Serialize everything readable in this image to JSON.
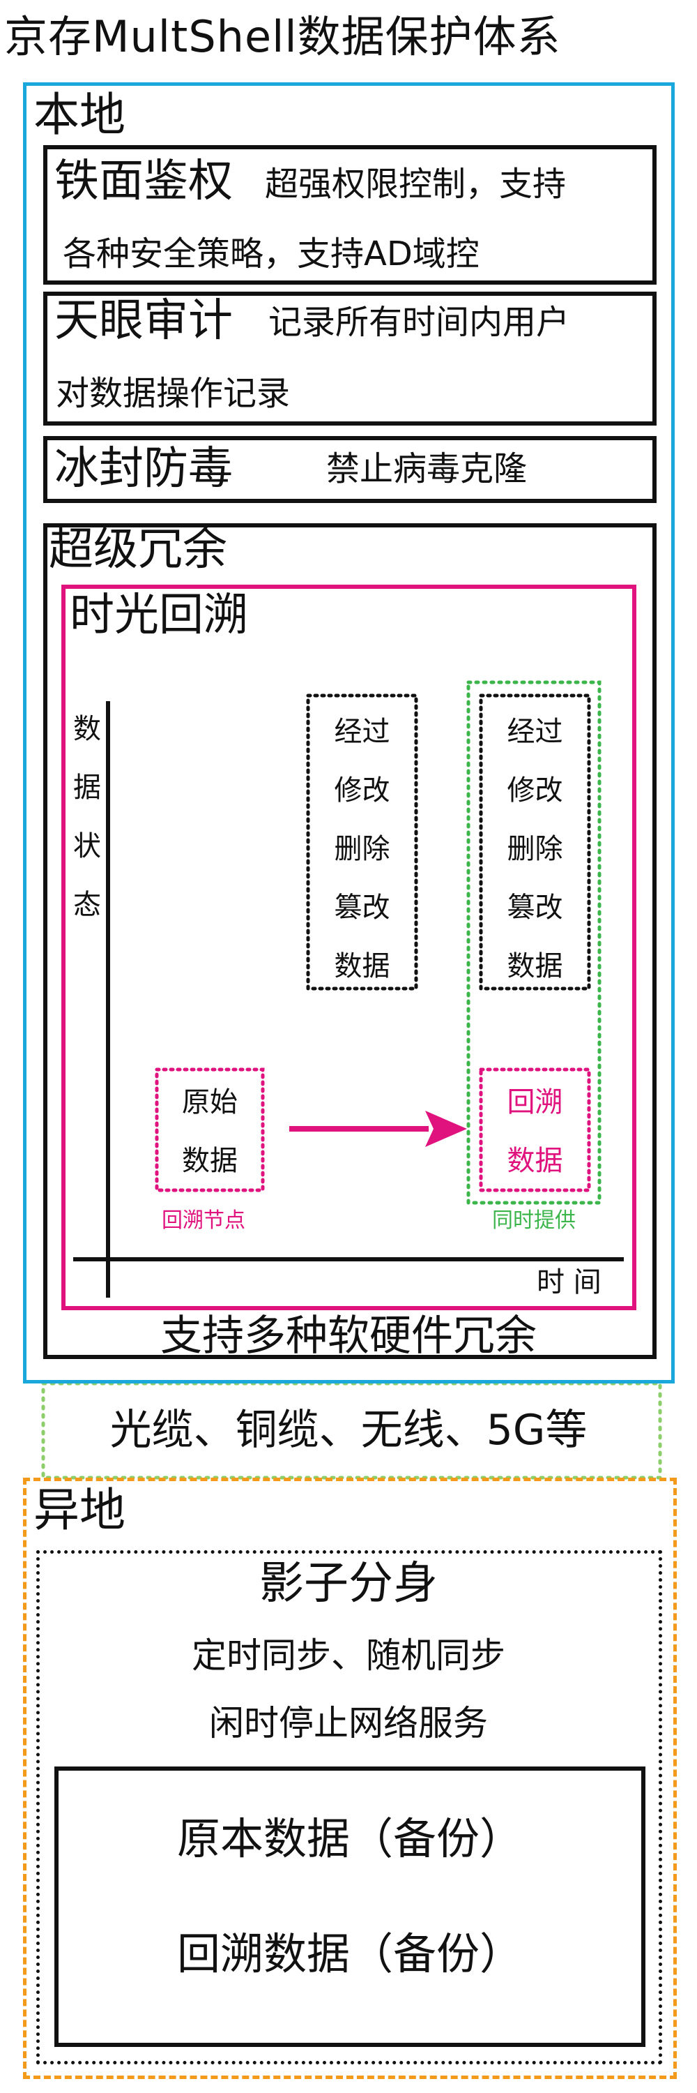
{
  "colors": {
    "local": "#1aa7dc",
    "pink": "#e0127e",
    "green": "#3cb54a",
    "remote": "#f39a1b",
    "link_dotted": "#8ccf6a"
  },
  "title": "京存MultShell数据保护体系",
  "local": {
    "label": "本地",
    "features": [
      {
        "title": "铁面鉴权",
        "desc_line1": "超强权限控制，支持",
        "desc_line2": "各种安全策略，支持AD域控"
      },
      {
        "title": "天眼审计",
        "desc_line1": "记录所有时间内用户",
        "desc_line2": "对数据操作记录"
      },
      {
        "title": "冰封防毒",
        "desc_line1": "禁止病毒克隆"
      }
    ],
    "redundancy": {
      "label": "超级冗余",
      "time_travel": {
        "label": "时光回溯",
        "y_axis_chars": [
          "数",
          "据",
          "状",
          "态"
        ],
        "x_axis_label": "时 间",
        "modified_chars": [
          "经过",
          "修改",
          "删除",
          "篡改",
          "数据"
        ],
        "provided_modified_chars": [
          "经过",
          "修改",
          "删除",
          "篡改",
          "数据"
        ],
        "original_chars": [
          "原始",
          "数据"
        ],
        "rollback_chars": [
          "回溯",
          "数据"
        ],
        "rollback_node_label": "回溯节点",
        "simultaneous_label": "同时提供"
      },
      "footer": "支持多种软硬件冗余"
    }
  },
  "link": {
    "label": "光缆、铜缆、无线、5G等"
  },
  "remote": {
    "label": "异地",
    "shadow": {
      "title": "影子分身",
      "line1": "定时同步、随机同步",
      "line2": "闲时停止网络服务"
    },
    "backup": {
      "item1": "原本数据（备份）",
      "item2": "回溯数据（备份）"
    }
  }
}
